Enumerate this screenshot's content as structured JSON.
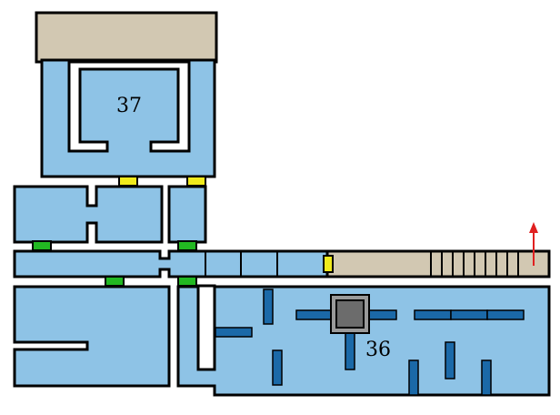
{
  "map": {
    "rooms": [
      {
        "id": "room-37",
        "label": "37"
      },
      {
        "id": "room-36",
        "label": "36"
      }
    ],
    "colors": {
      "floor": "#8ec3e6",
      "corridor": "#d2c8b2",
      "door_yellow": "#f0ea1c",
      "door_green": "#22b822",
      "pillar": "#1b69a8",
      "block": "#6c6c6c",
      "arrow": "#e02020"
    },
    "icons": [
      "up-arrow-icon",
      "stairs-icon",
      "stone-block-icon"
    ]
  }
}
